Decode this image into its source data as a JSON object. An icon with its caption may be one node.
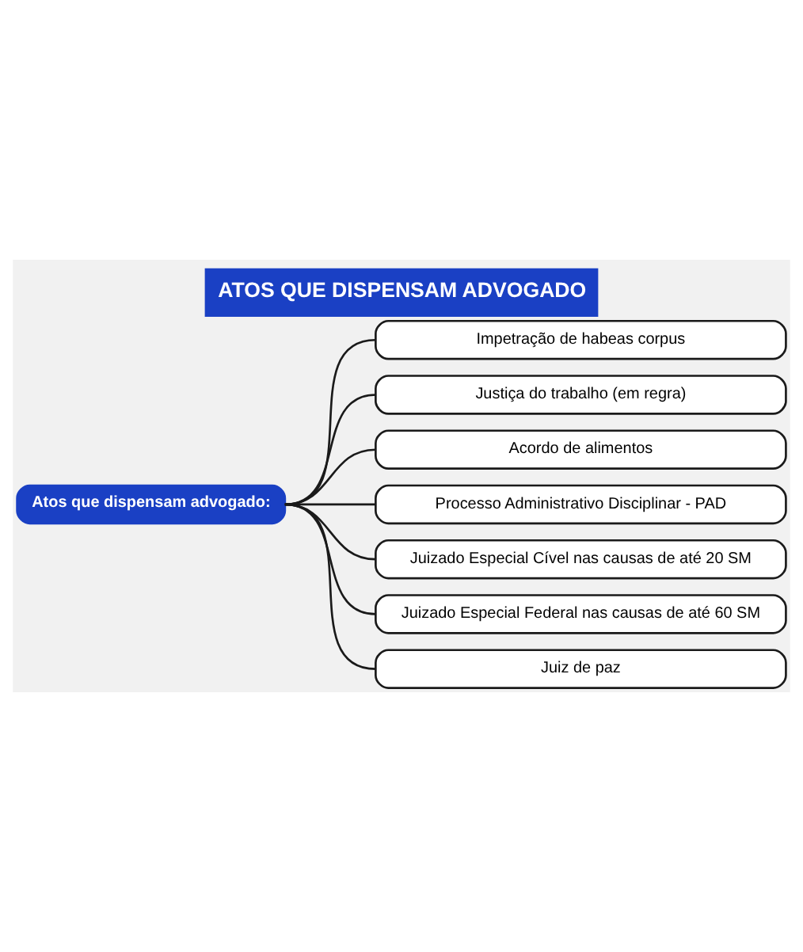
{
  "diagram": {
    "title": "ATOS QUE DISPENSAM ADVOGADO",
    "nodes": [
      {
        "text": [
          "Atos que dispensam advogado:"
        ]
      },
      {
        "text": [
          "Impetração de habeas corpus"
        ]
      },
      {
        "text": [
          "Justiça do trabalho (em regra)"
        ]
      },
      {
        "text": [
          "Acordo de alimentos"
        ]
      },
      {
        "text": [
          "Processo Administrativo Disciplinar - PAD"
        ]
      },
      {
        "text": [
          "Juizado Especial Cível nas causas de até 20 SM"
        ]
      },
      {
        "text": [
          "Juizado Especial Federal nas causas de até 60 SM"
        ]
      },
      {
        "text": [
          "Juiz de paz"
        ]
      }
    ],
    "edges": [
      {
        "from": 0,
        "to": 1,
        "arrow": "none"
      },
      {
        "from": 0,
        "to": 2,
        "arrow": "none"
      },
      {
        "from": 0,
        "to": 3,
        "arrow": "none"
      },
      {
        "from": 0,
        "to": 4,
        "arrow": "none"
      },
      {
        "from": 0,
        "to": 5,
        "arrow": "none"
      },
      {
        "from": 0,
        "to": 6,
        "arrow": "none"
      },
      {
        "from": 0,
        "to": 7,
        "arrow": "none"
      }
    ]
  }
}
